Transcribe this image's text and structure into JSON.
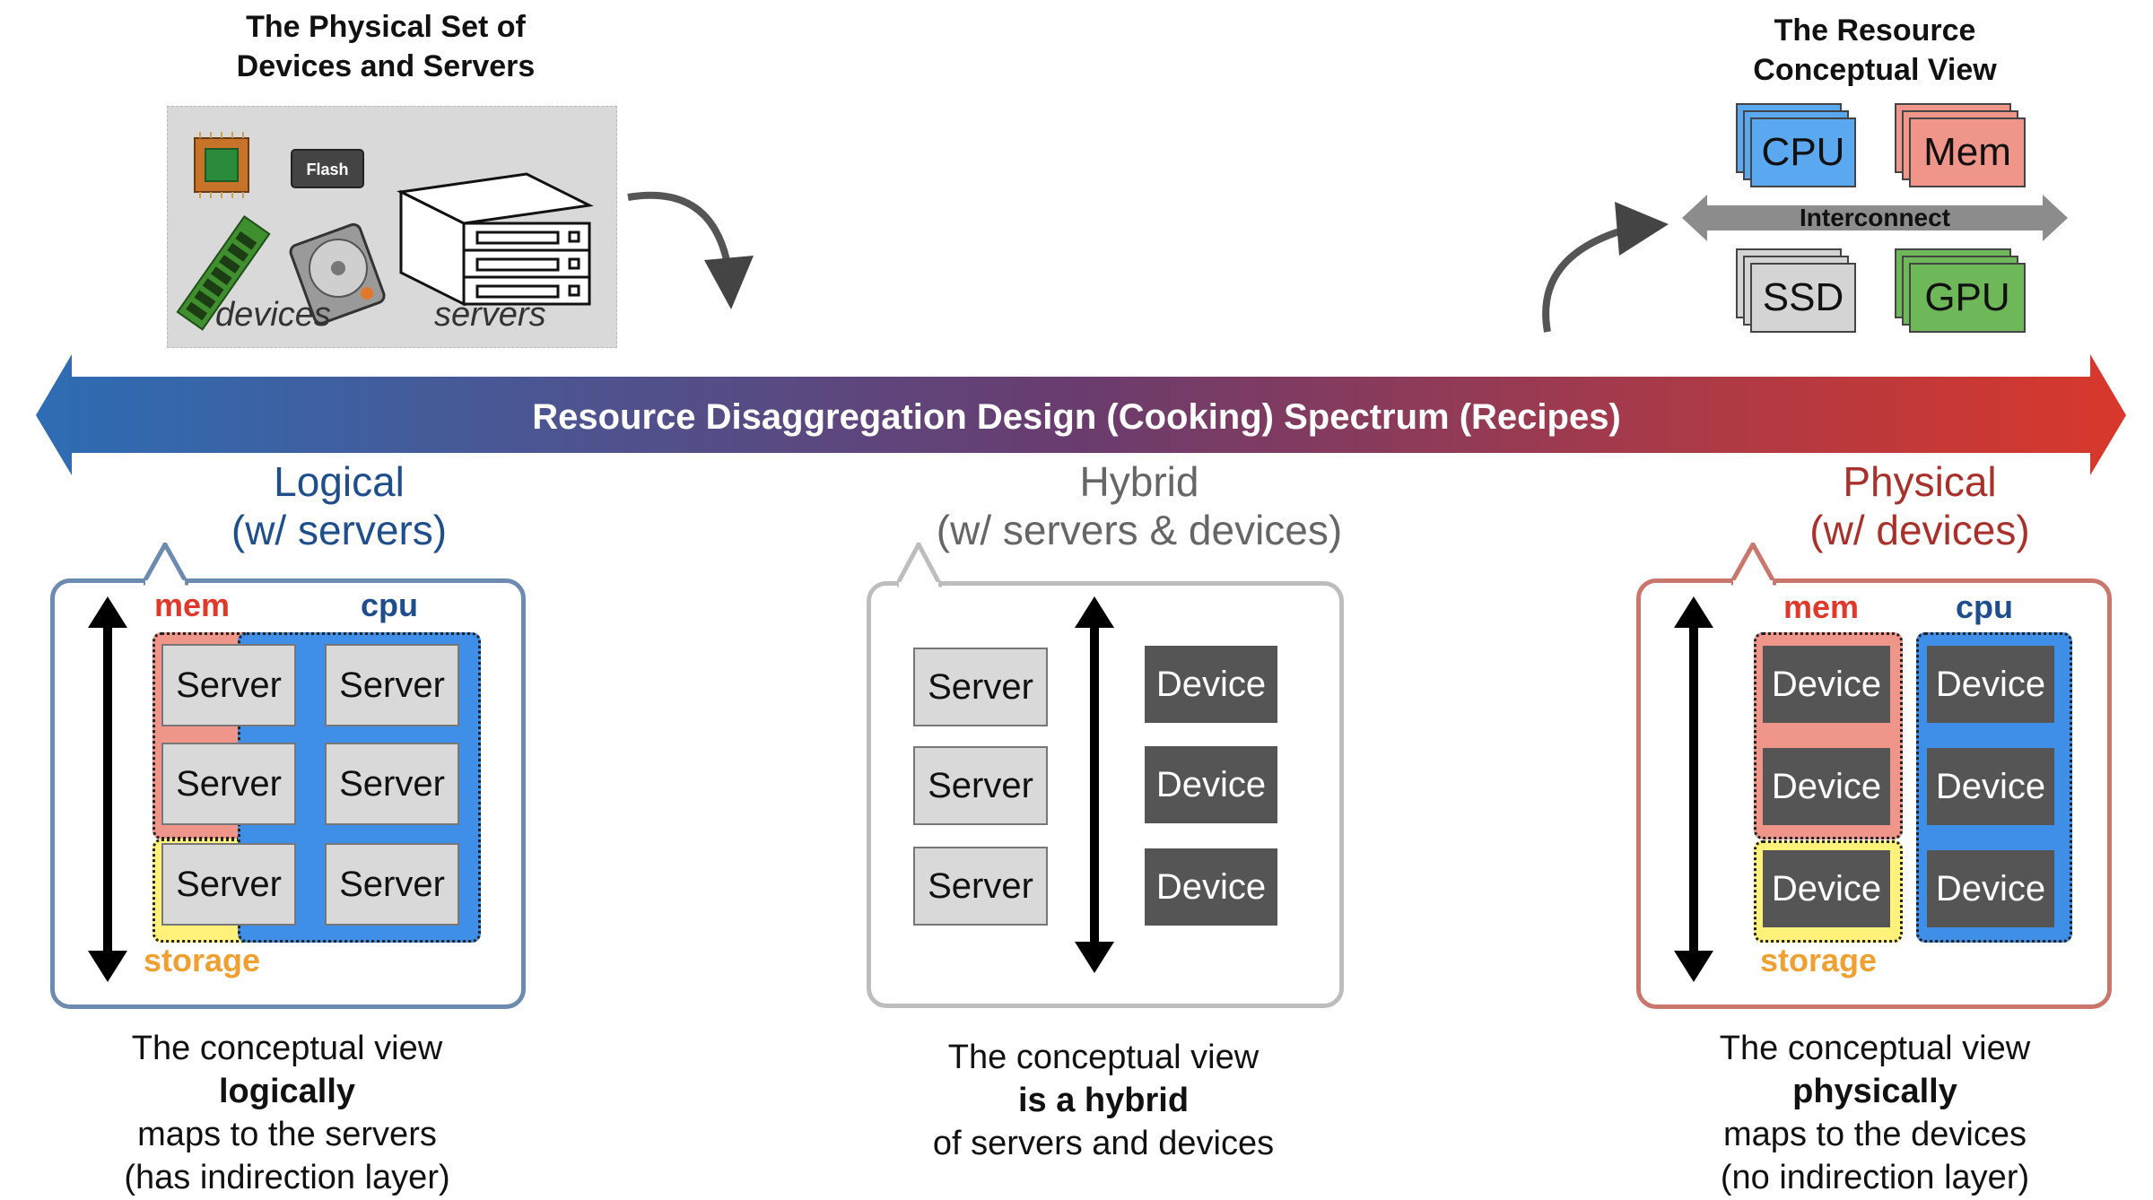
{
  "physical_set": {
    "title_line1": "The Physical Set of",
    "title_line2": "Devices and Servers",
    "devices_label": "devices",
    "servers_label": "servers",
    "flash_label": "Flash"
  },
  "resource_view": {
    "title_line1": "The Resource",
    "title_line2": "Conceptual View",
    "cpu": "CPU",
    "mem": "Mem",
    "ssd": "SSD",
    "gpu": "GPU",
    "interconnect": "Interconnect"
  },
  "spectrum": {
    "label": "Resource Disaggregation Design (Cooking) Spectrum (Recipes)",
    "colors": {
      "left": "#2e6db4",
      "mid": "#6a3c6e",
      "right": "#d9382b"
    }
  },
  "logical": {
    "head1": "Logical",
    "head2": "(w/ servers)",
    "color": "#1f4e8c",
    "mem_tag": "mem",
    "cpu_tag": "cpu",
    "storage_tag": "storage",
    "servers": [
      "Server",
      "Server",
      "Server",
      "Server",
      "Server",
      "Server"
    ],
    "caption": [
      "The conceptual view",
      "logically",
      "maps to the servers",
      "(has indirection layer)"
    ]
  },
  "hybrid": {
    "head1": "Hybrid",
    "head2": "(w/ servers & devices)",
    "color": "#666666",
    "servers": [
      "Server",
      "Server",
      "Server"
    ],
    "devices": [
      "Device",
      "Device",
      "Device"
    ],
    "caption": [
      "The conceptual view",
      "is a hybrid",
      "of servers and devices"
    ]
  },
  "physical": {
    "head1": "Physical",
    "head2": "(w/ devices)",
    "color": "#a8322b",
    "mem_tag": "mem",
    "cpu_tag": "cpu",
    "storage_tag": "storage",
    "devices": [
      "Device",
      "Device",
      "Device",
      "Device",
      "Device",
      "Device"
    ],
    "caption": [
      "The conceptual view",
      "physically",
      "maps to the devices",
      "(no indirection layer)"
    ]
  },
  "tag_colors": {
    "mem": "#e0392b",
    "cpu": "#1f4e8c",
    "storage": "#f0a030"
  }
}
